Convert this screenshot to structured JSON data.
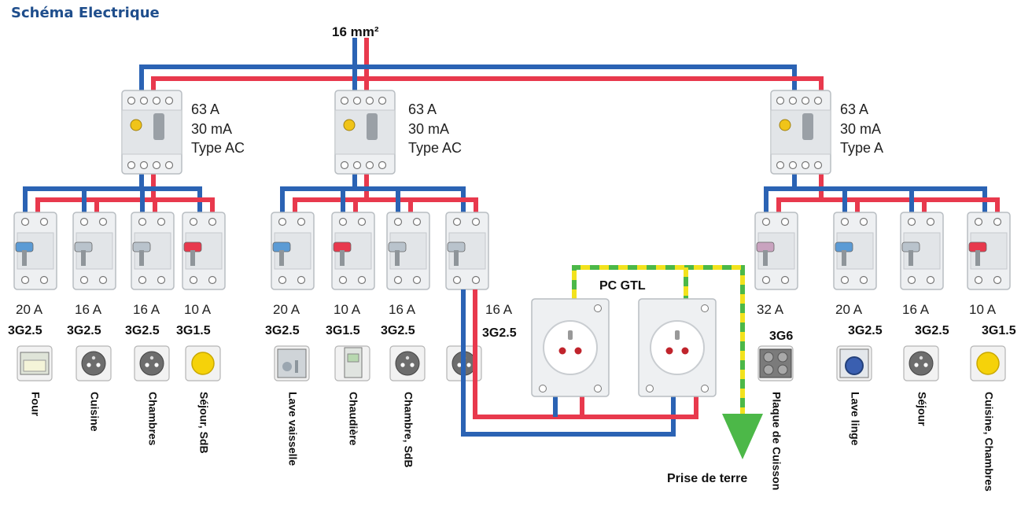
{
  "title": "Schéma Electrique",
  "main_cable": "16 mm²",
  "gtl_label": "PC GTL",
  "earth_label": "Prise de terre",
  "colors": {
    "phase": "#e8394d",
    "neutral": "#2b63b4",
    "earth_green": "#4cb848",
    "earth_yellow": "#f2e21d",
    "title": "#1f4e8c"
  },
  "differentials": [
    {
      "rating": "63 A",
      "sensitivity": "30 mA",
      "type": "Type AC"
    },
    {
      "rating": "63 A",
      "sensitivity": "30 mA",
      "type": "Type AC"
    },
    {
      "rating": "63 A",
      "sensitivity": "30 mA",
      "type": "Type A"
    }
  ],
  "circuits": [
    {
      "rating": "20 A",
      "cable": "3G2.5",
      "room": "Four",
      "icon": "oven-icon",
      "toggle": "#5b9bd5"
    },
    {
      "rating": "16 A",
      "cable": "3G2.5",
      "room": "Cuisine",
      "icon": "socket-icon",
      "toggle": "#b9c3cc"
    },
    {
      "rating": "16 A",
      "cable": "3G2.5",
      "room": "Chambres",
      "icon": "socket-icon",
      "toggle": "#b9c3cc"
    },
    {
      "rating": "10 A",
      "cable": "3G1.5",
      "room": "Séjour, SdB",
      "icon": "light-icon",
      "toggle": "#e8394d"
    },
    {
      "rating": "20 A",
      "cable": "3G2.5",
      "room": "Lave vaisselle",
      "icon": "dishwasher-icon",
      "toggle": "#5b9bd5"
    },
    {
      "rating": "10 A",
      "cable": "3G1.5",
      "room": "Chaudière",
      "icon": "boiler-icon",
      "toggle": "#e8394d"
    },
    {
      "rating": "16 A",
      "cable": "3G2.5",
      "room": "Chambre, SdB",
      "icon": "socket-icon",
      "toggle": "#b9c3cc"
    },
    {
      "rating": "16 A",
      "cable": "3G2.5",
      "room": "",
      "icon": "socket-icon",
      "toggle": "#b9c3cc"
    },
    {
      "rating": "32 A",
      "cable": "3G6",
      "room": "Plaque de Cuisson",
      "icon": "cooktop-icon",
      "toggle": "#c9a3bf"
    },
    {
      "rating": "20 A",
      "cable": "3G2.5",
      "room": "Lave linge",
      "icon": "washing-machine-icon",
      "toggle": "#5b9bd5"
    },
    {
      "rating": "16 A",
      "cable": "3G2.5",
      "room": "Séjour",
      "icon": "socket-icon",
      "toggle": "#b9c3cc"
    },
    {
      "rating": "10 A",
      "cable": "3G1.5",
      "room": "Cuisine, Chambres",
      "icon": "light-icon",
      "toggle": "#e8394d"
    }
  ]
}
